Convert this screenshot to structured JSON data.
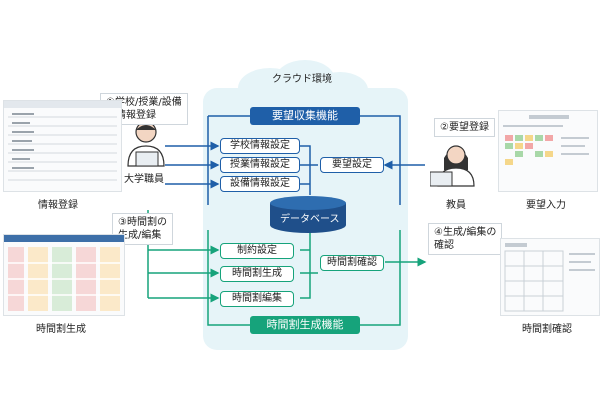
{
  "cloud": {
    "label": "クラウド環境"
  },
  "collection": {
    "title": "要望収集機能",
    "items": [
      "学校情報設定",
      "授業情報設定",
      "設備情報設定"
    ],
    "request_setting": "要望設定"
  },
  "database": {
    "label": "データベース"
  },
  "generation": {
    "title": "時間割生成機能",
    "items": [
      "制約設定",
      "時間割生成",
      "時間割編集"
    ],
    "confirm": "時間割確認"
  },
  "actors": {
    "staff": "大学職員",
    "teacher": "教員"
  },
  "steps": {
    "s1": "①学校/授業/設備\nの情報登録",
    "s2": "②要望登録",
    "s3": "③時間割の\n生成/編集",
    "s4": "④生成/編集の\n確認"
  },
  "screens": {
    "info_reg": "情報登録",
    "timetable_gen": "時間割生成",
    "request_input": "要望入力",
    "timetable_confirm": "時間割確認"
  },
  "colors": {
    "blue": "#1f5fa8",
    "green": "#16a37b",
    "cloud_bg": "#e6f4f8"
  }
}
